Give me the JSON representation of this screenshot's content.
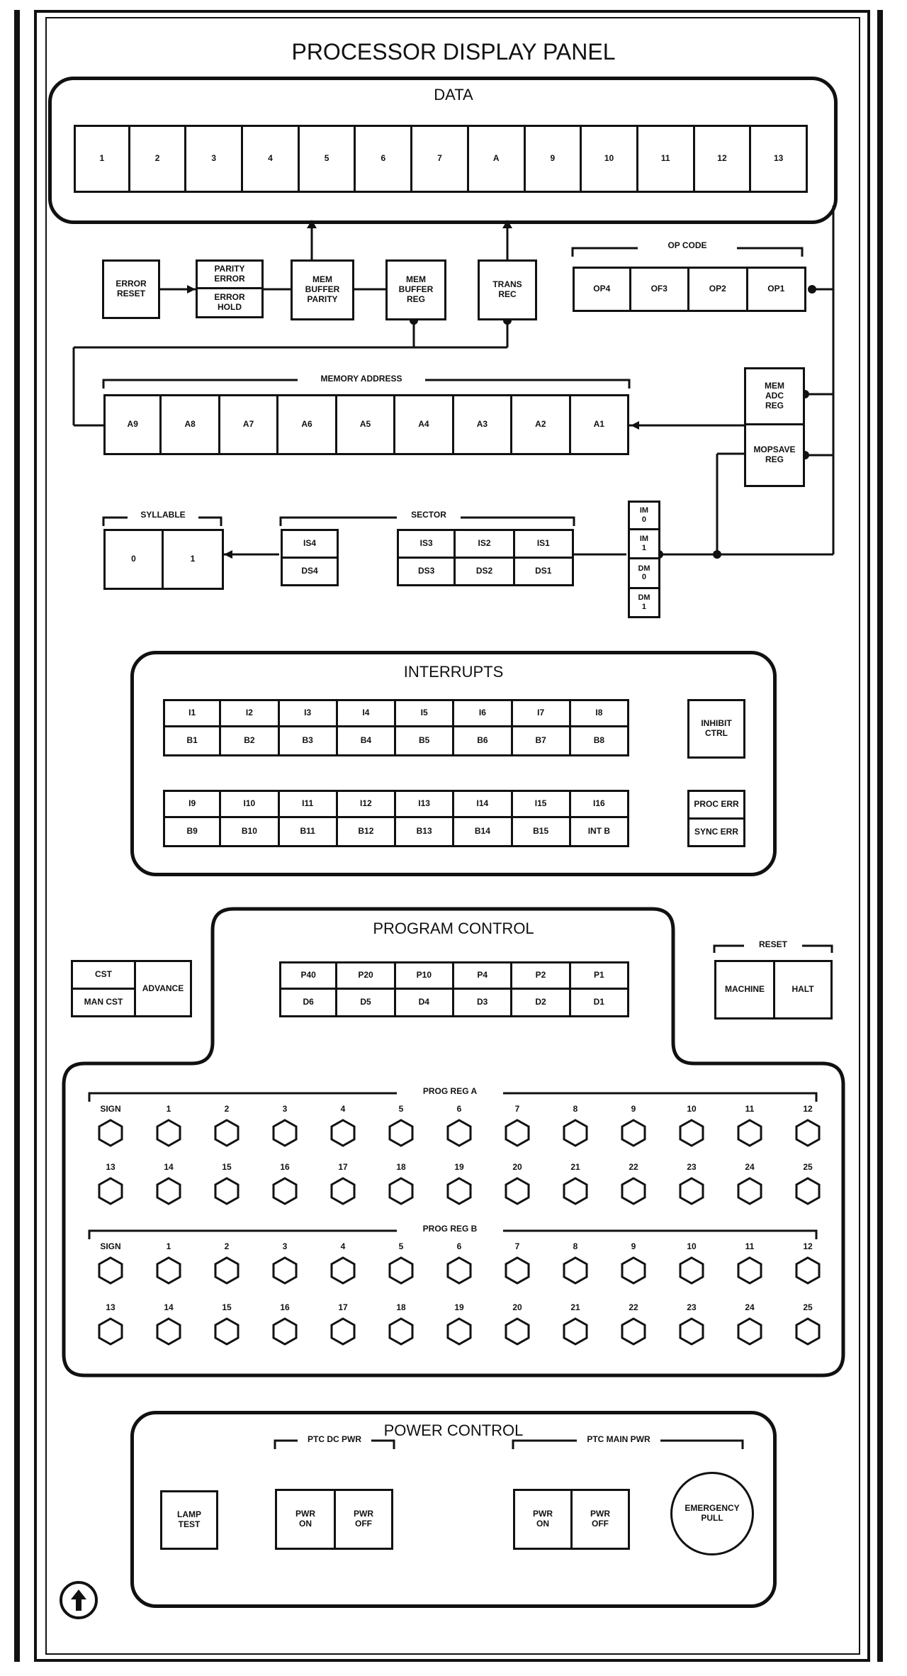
{
  "title": "PROCESSOR DISPLAY PANEL",
  "data_section": {
    "label": "DATA",
    "cells": [
      "1",
      "2",
      "3",
      "4",
      "5",
      "6",
      "7",
      "A",
      "9",
      "10",
      "11",
      "12",
      "13"
    ]
  },
  "error_reset": "ERROR\nRESET",
  "parity_error": "PARITY\nERROR",
  "error_hold": "ERROR\nHOLD",
  "mem_buffer_parity": "MEM\nBUFFER\nPARITY",
  "mem_buffer_reg": "MEM\nBUFFER\nREG",
  "trans_rec": "TRANS\nREC",
  "op_code": {
    "label": "OP CODE",
    "cells": [
      "OP4",
      "OF3",
      "OP2",
      "OP1"
    ]
  },
  "memory_address": {
    "label": "MEMORY ADDRESS",
    "cells": [
      "A9",
      "A8",
      "A7",
      "A6",
      "A5",
      "A4",
      "A3",
      "A2",
      "A1"
    ]
  },
  "mem_add_reg": "MEM\nADC\nREG",
  "mopsave_reg": "MOPSAVE\nREG",
  "syllable": {
    "label": "SYLLABLE",
    "cells": [
      "0",
      "1"
    ]
  },
  "sector": {
    "label": "SECTOR",
    "left_top": "IS4",
    "left_bottom": "DS4",
    "top": [
      "IS3",
      "IS2",
      "IS1"
    ],
    "bottom": [
      "DS3",
      "DS2",
      "DS1"
    ]
  },
  "im_dm": [
    "IM\n0",
    "IM\n1",
    "DM\n0",
    "DM\n1"
  ],
  "interrupts": {
    "label": "INTERRUPTS",
    "row1_top": [
      "I1",
      "I2",
      "I3",
      "I4",
      "I5",
      "I6",
      "I7",
      "I8"
    ],
    "row1_bottom": [
      "B1",
      "B2",
      "B3",
      "B4",
      "B5",
      "B6",
      "B7",
      "B8"
    ],
    "row2_top": [
      "I9",
      "I10",
      "I11",
      "I12",
      "I13",
      "I14",
      "I15",
      "I16"
    ],
    "row2_bottom": [
      "B9",
      "B10",
      "B11",
      "B12",
      "B13",
      "B14",
      "B15",
      "INT B"
    ],
    "inhibit_ctrl": "INHIBIT\nCTRL",
    "proc_err": "PROC ERR",
    "sync_err": "SYNC ERR"
  },
  "program_control": {
    "label": "PROGRAM CONTROL",
    "top": [
      "P40",
      "P20",
      "P10",
      "P4",
      "P2",
      "P1"
    ],
    "bottom": [
      "D6",
      "D5",
      "D4",
      "D3",
      "D2",
      "D1"
    ]
  },
  "cst": "CST",
  "man_cst": "MAN CST",
  "advance": "ADVANCE",
  "reset": {
    "label": "RESET",
    "machine": "MACHINE",
    "halt": "HALT"
  },
  "prog_reg_a": {
    "label": "PROG REG A",
    "row1": [
      "SIGN",
      "1",
      "2",
      "3",
      "4",
      "5",
      "6",
      "7",
      "8",
      "9",
      "10",
      "11",
      "12"
    ],
    "row2": [
      "13",
      "14",
      "15",
      "16",
      "17",
      "18",
      "19",
      "20",
      "21",
      "22",
      "23",
      "24",
      "25"
    ]
  },
  "prog_reg_b": {
    "label": "PROG REG B",
    "row1": [
      "SIGN",
      "1",
      "2",
      "3",
      "4",
      "5",
      "6",
      "7",
      "8",
      "9",
      "10",
      "11",
      "12"
    ],
    "row2": [
      "13",
      "14",
      "15",
      "16",
      "17",
      "18",
      "19",
      "20",
      "21",
      "22",
      "23",
      "24",
      "25"
    ]
  },
  "power_control": {
    "label": "POWER CONTROL",
    "lamp_test": "LAMP\nTEST",
    "ptc_dc_pwr": "PTC DC PWR",
    "ptc_main_pwr": "PTC MAIN PWR",
    "pwr_on": "PWR\nON",
    "pwr_off": "PWR\nOFF",
    "emergency_pull": "EMERGENCY\nPULL"
  },
  "colors": {
    "ink": "#111111",
    "background": "#ffffff"
  }
}
